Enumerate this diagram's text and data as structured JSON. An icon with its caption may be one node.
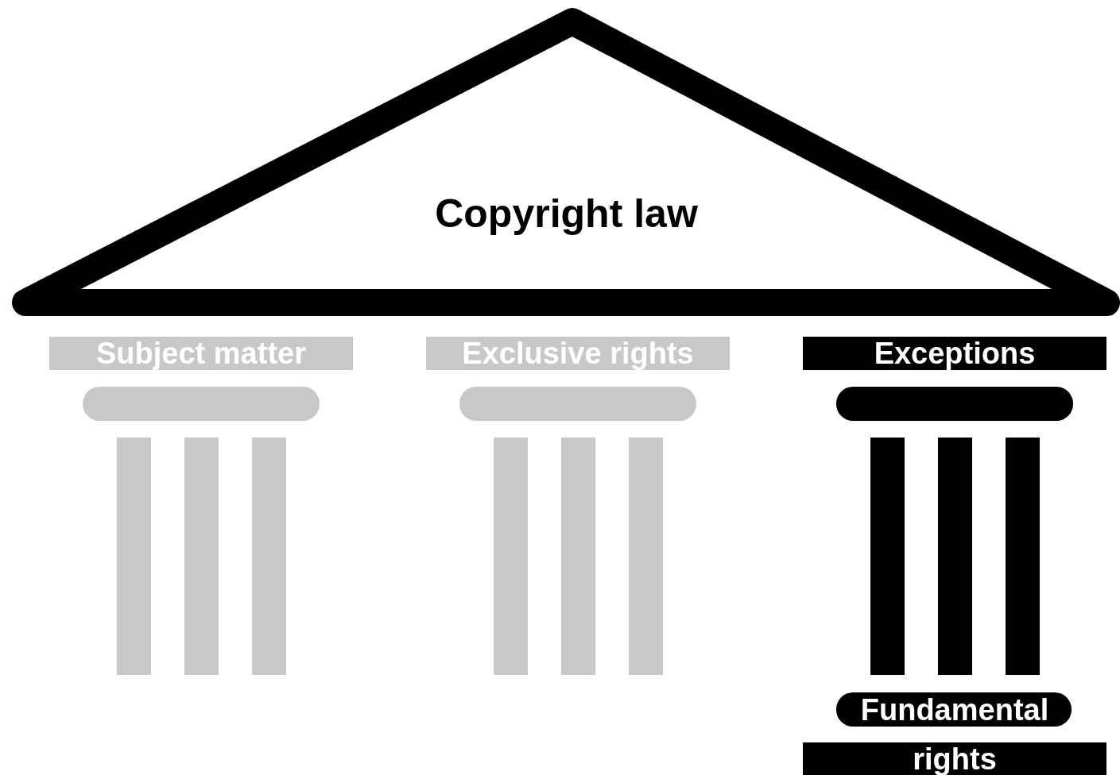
{
  "diagram": {
    "nodes": [
      {
        "text": [
          "Copyright law"
        ]
      },
      {
        "text": [
          "Subject matter"
        ]
      },
      {
        "text": [
          "Exclusive rights"
        ]
      },
      {
        "text": [
          "Exceptions"
        ]
      },
      {
        "text": [
          "Fundamental rights"
        ]
      }
    ]
  }
}
